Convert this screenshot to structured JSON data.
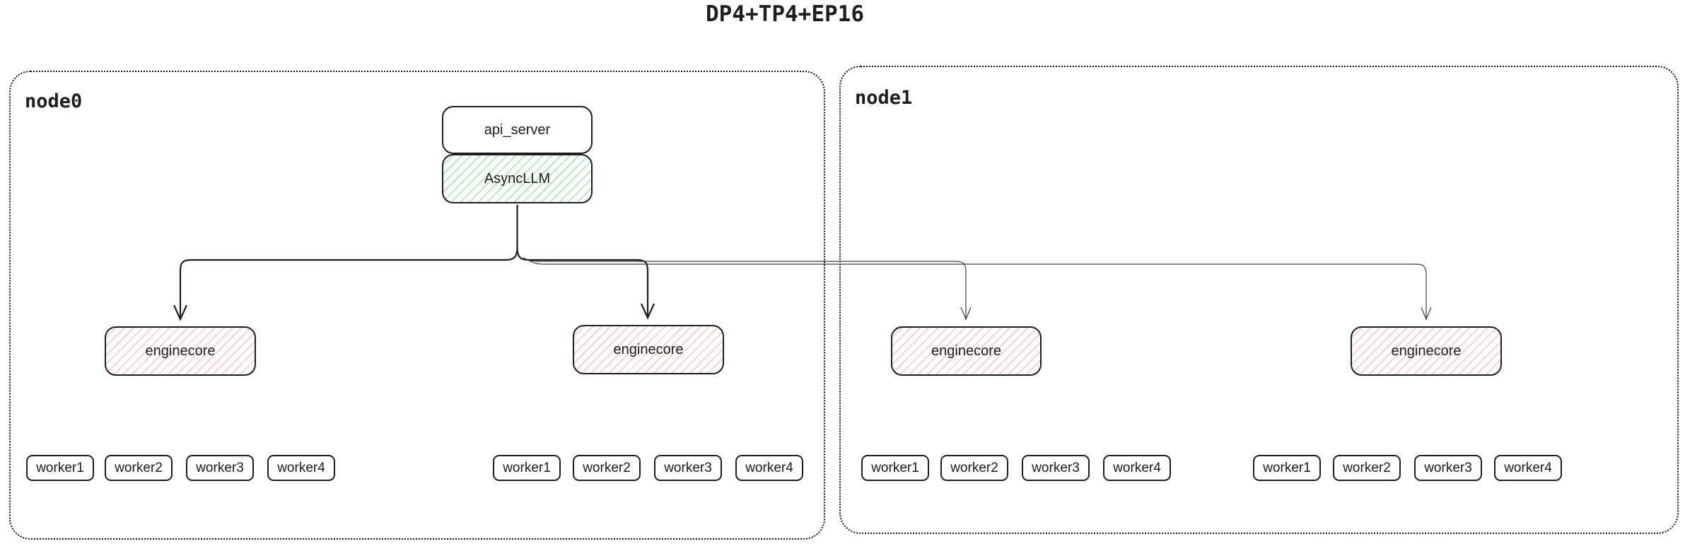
{
  "title": "DP4+TP4+EP16",
  "nodes": [
    {
      "label": "node0",
      "api_server": "api_server",
      "async_llm": "AsyncLLM",
      "enginecores": [
        "enginecore",
        "enginecore"
      ],
      "worker_groups": [
        [
          "worker1",
          "worker2",
          "worker3",
          "worker4"
        ],
        [
          "worker1",
          "worker2",
          "worker3",
          "worker4"
        ]
      ]
    },
    {
      "label": "node1",
      "enginecores": [
        "enginecore",
        "enginecore"
      ],
      "worker_groups": [
        [
          "worker1",
          "worker2",
          "worker3",
          "worker4"
        ],
        [
          "worker1",
          "worker2",
          "worker3",
          "worker4"
        ]
      ]
    }
  ],
  "colors": {
    "border": "#1e1e1e",
    "green_hatch": "#69db7c",
    "pink_hatch": "#ff8787",
    "thick_arrow": "#1e1e1e",
    "thin_arrow": "#3a3f45",
    "background": "#ffffff"
  }
}
